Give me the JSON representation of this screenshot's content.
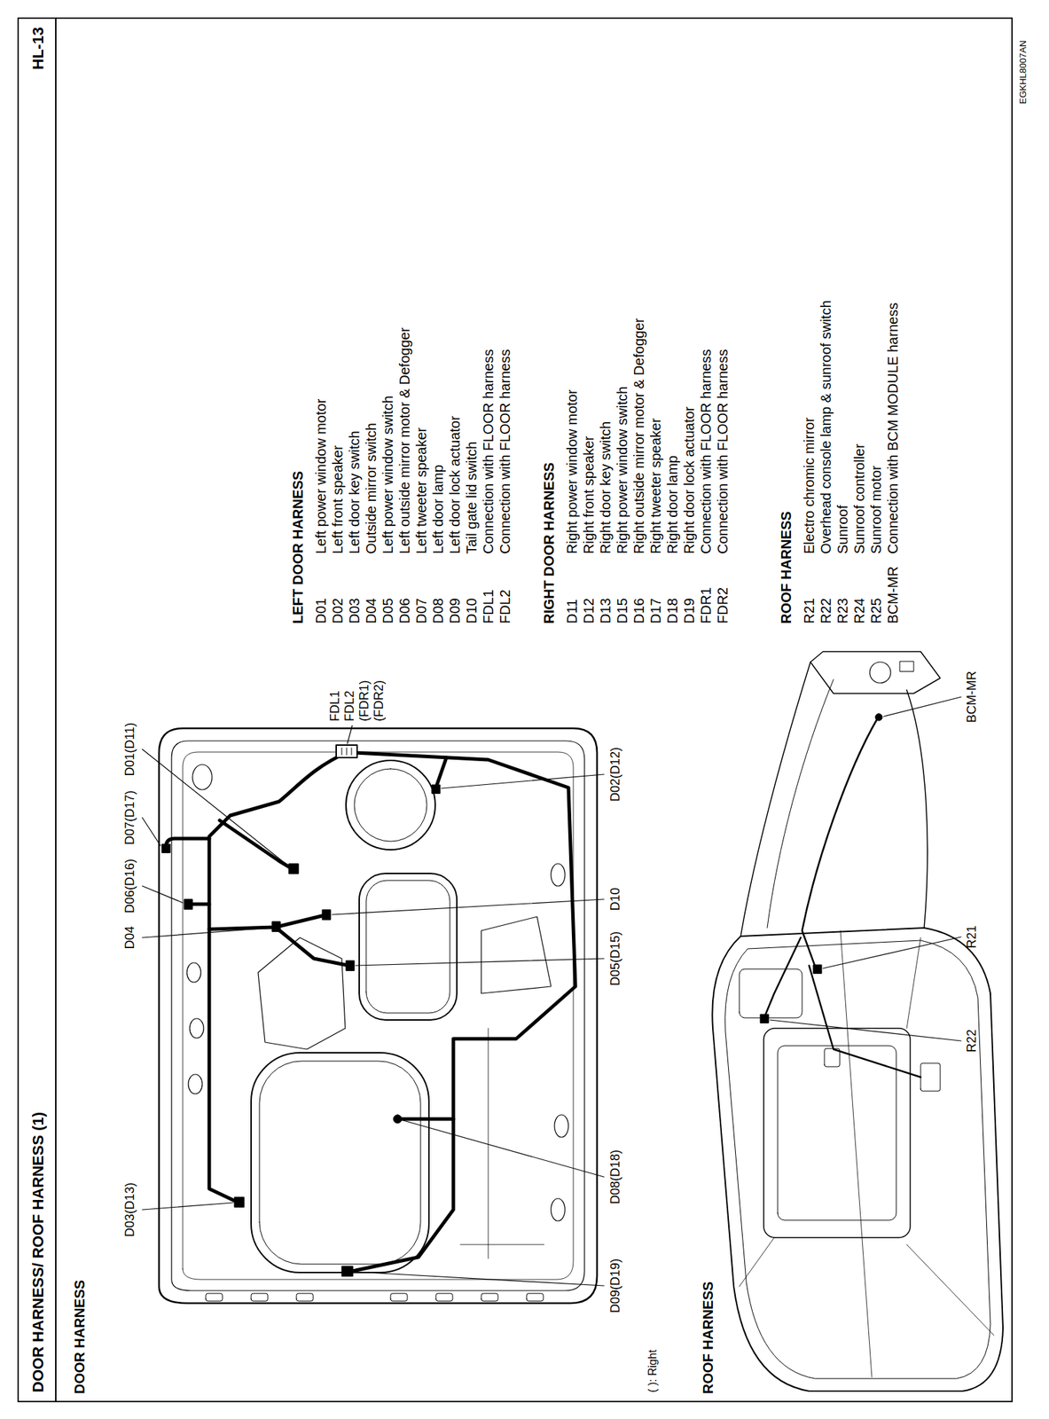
{
  "diagram": {
    "title": "DOOR HARNESS/ ROOF HARNESS (1)",
    "labels": [
      "HL-13",
      "DOOR HARNESS",
      "D03(D13)",
      "D04",
      "D06(D16)",
      "D07(D17)",
      "D01(D11)",
      "FDL1",
      "FDL2",
      "(FDR1)",
      "(FDR2)",
      "D10",
      "D09(D19)",
      "D08(D18)",
      "D05(D15)",
      "D02(D12)",
      "( ): Right",
      "ROOF HARNESS",
      "LEFT DOOR HARNESS",
      "D01",
      "Left power window motor",
      "D02",
      "Left front speaker",
      "D03",
      "Left door key switch",
      "D04",
      "Outside mirror switch",
      "D05",
      "Left power window switch",
      "D06",
      "Left outside mirror motor & Defogger",
      "D07",
      "Left tweeter speaker",
      "D08",
      "Left door lamp",
      "D09",
      "Left door lock actuator",
      "D10",
      "Tail gate lid switch",
      "FDL1",
      "Connection with FLOOR harness",
      "FDL2",
      "Connection with FLOOR harness",
      "RIGHT DOOR HARNESS",
      "D11",
      "Right power window motor",
      "D12",
      "Right front speaker",
      "D13",
      "Right door key switch",
      "D15",
      "Right power window switch",
      "D16",
      "Right outside mirror motor & Defogger",
      "D17",
      "Right tweeter speaker",
      "D18",
      "Right door lamp",
      "D19",
      "Right door lock actuator",
      "FDR1",
      "Connection with FLOOR harness",
      "FDR2",
      "Connection with FLOOR harness",
      "ROOF HARNESS",
      "R21",
      "Electro chromic mirror",
      "R22",
      "Overhead console lamp & sunroof switch",
      "R23",
      "Sunroof",
      "R24",
      "Sunroof controller",
      "R25",
      "Sunroof motor",
      "BCM-MR",
      "Connection with BCM MODULE harness",
      "R22",
      "R21",
      "BCM-MR",
      "EGKHL8007AN"
    ]
  }
}
